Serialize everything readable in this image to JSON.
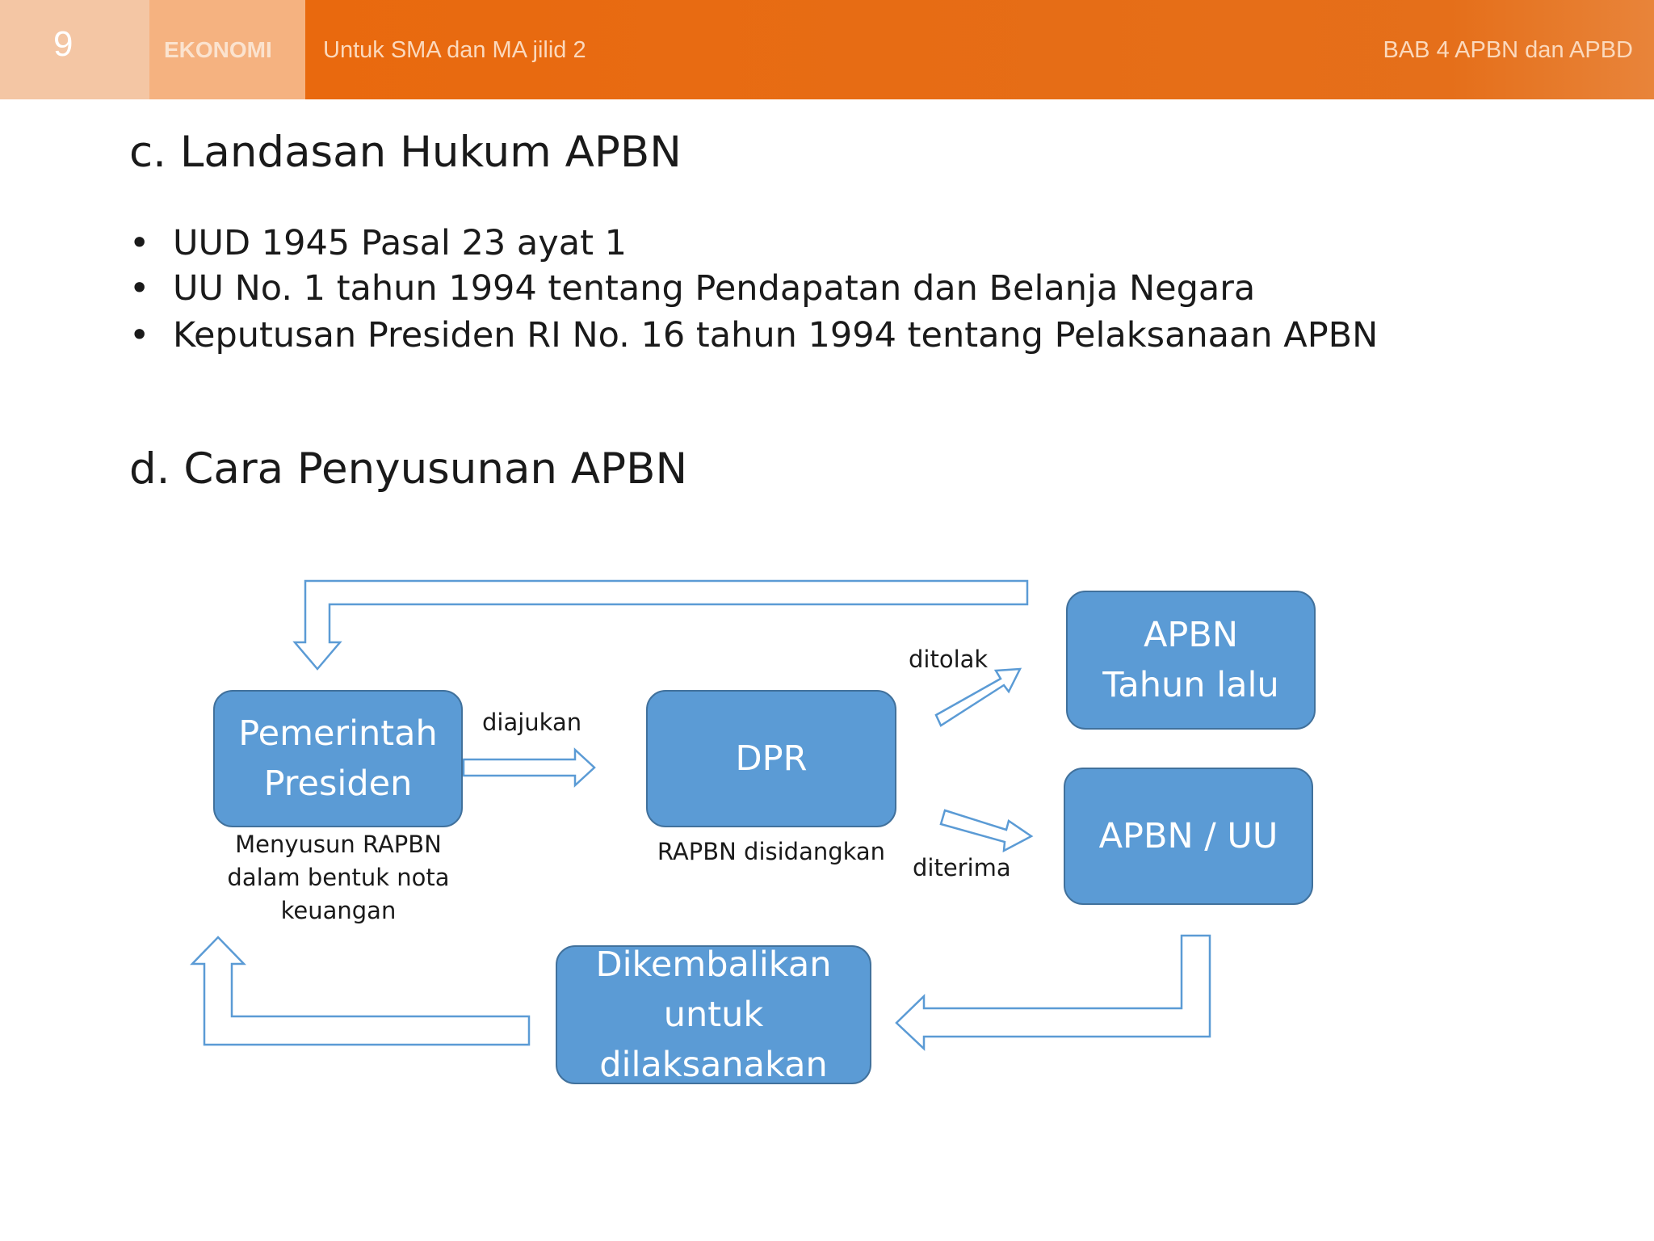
{
  "header": {
    "page_number": "9",
    "subject": "EKONOMI",
    "book": "Untuk SMA dan MA jilid 2",
    "chapter": "BAB 4 APBN dan APBD"
  },
  "section_c": {
    "title": "c. Landasan Hukum APBN",
    "items": [
      "UUD 1945 Pasal 23 ayat 1",
      "UU No. 1 tahun 1994 tentang Pendapatan dan Belanja Negara",
      "Keputusan Presiden RI No. 16 tahun 1994 tentang Pelaksanaan APBN"
    ]
  },
  "section_d": {
    "title": "d. Cara Penyusunan APBN"
  },
  "diagram": {
    "box_pemerintah": "Pemerintah\nPresiden",
    "box_dpr": "DPR",
    "box_apbn_lalu": "APBN\nTahun lalu",
    "box_apbn_uu": "APBN / UU",
    "box_dikembalikan": "Dikembalikan\nuntuk\ndilaksanakan",
    "label_diajukan": "diajukan",
    "label_ditolak": "ditolak",
    "label_diterima": "diterima",
    "caption_pemerintah": "Menyusun RAPBN\ndalam bentuk nota\nkeuangan",
    "caption_dpr": "RAPBN disidangkan",
    "colors": {
      "box_fill": "#5b9bd5",
      "box_border": "#41719c",
      "arrow_outline": "#5b9bd5",
      "header_orange": "#e9690e"
    }
  }
}
